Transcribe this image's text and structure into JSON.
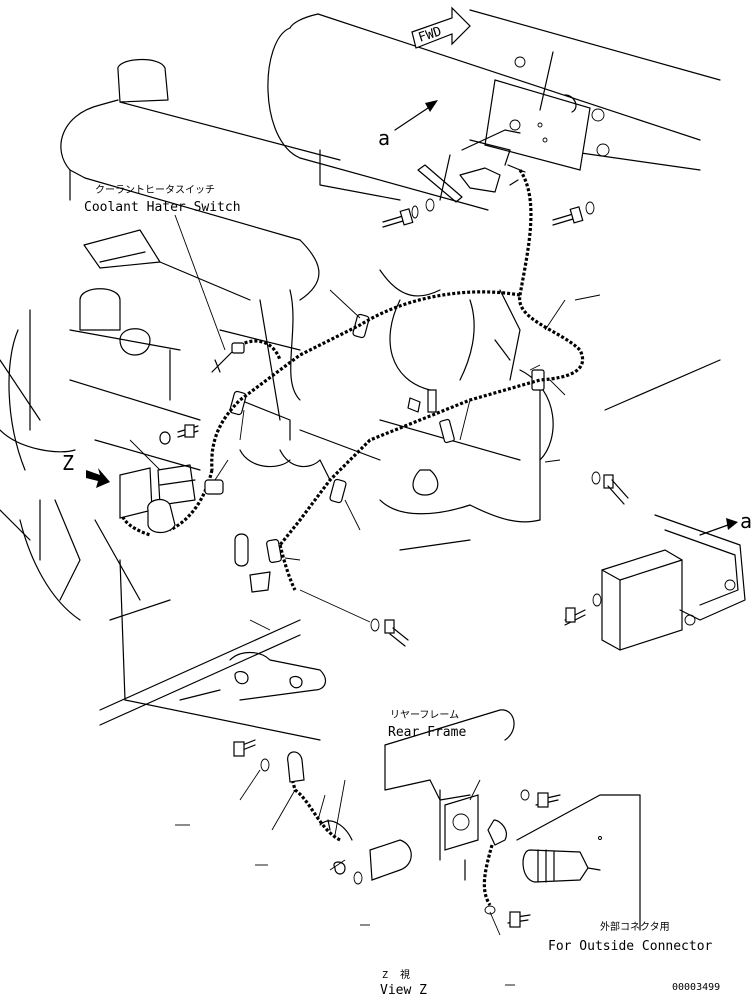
{
  "labels": {
    "fwd": "FWD",
    "coolant_jp": "クーラントヒータスイッチ",
    "coolant_en": "Coolant Hater Switch",
    "rear_frame_jp": "リヤーフレーム",
    "rear_frame_en": "Rear Frame",
    "outside_connector_jp": "外部コネクタ用",
    "outside_connector_en": "For Outside Connector",
    "view_z_jp": "Z  視",
    "view_z_en": "View Z",
    "ref_a_top": "a",
    "ref_a_right": "a",
    "ref_z": "Z",
    "drawing_number": "00003499"
  },
  "icons": [
    "fwd-arrow-icon",
    "view-direction-arrow-icon"
  ]
}
